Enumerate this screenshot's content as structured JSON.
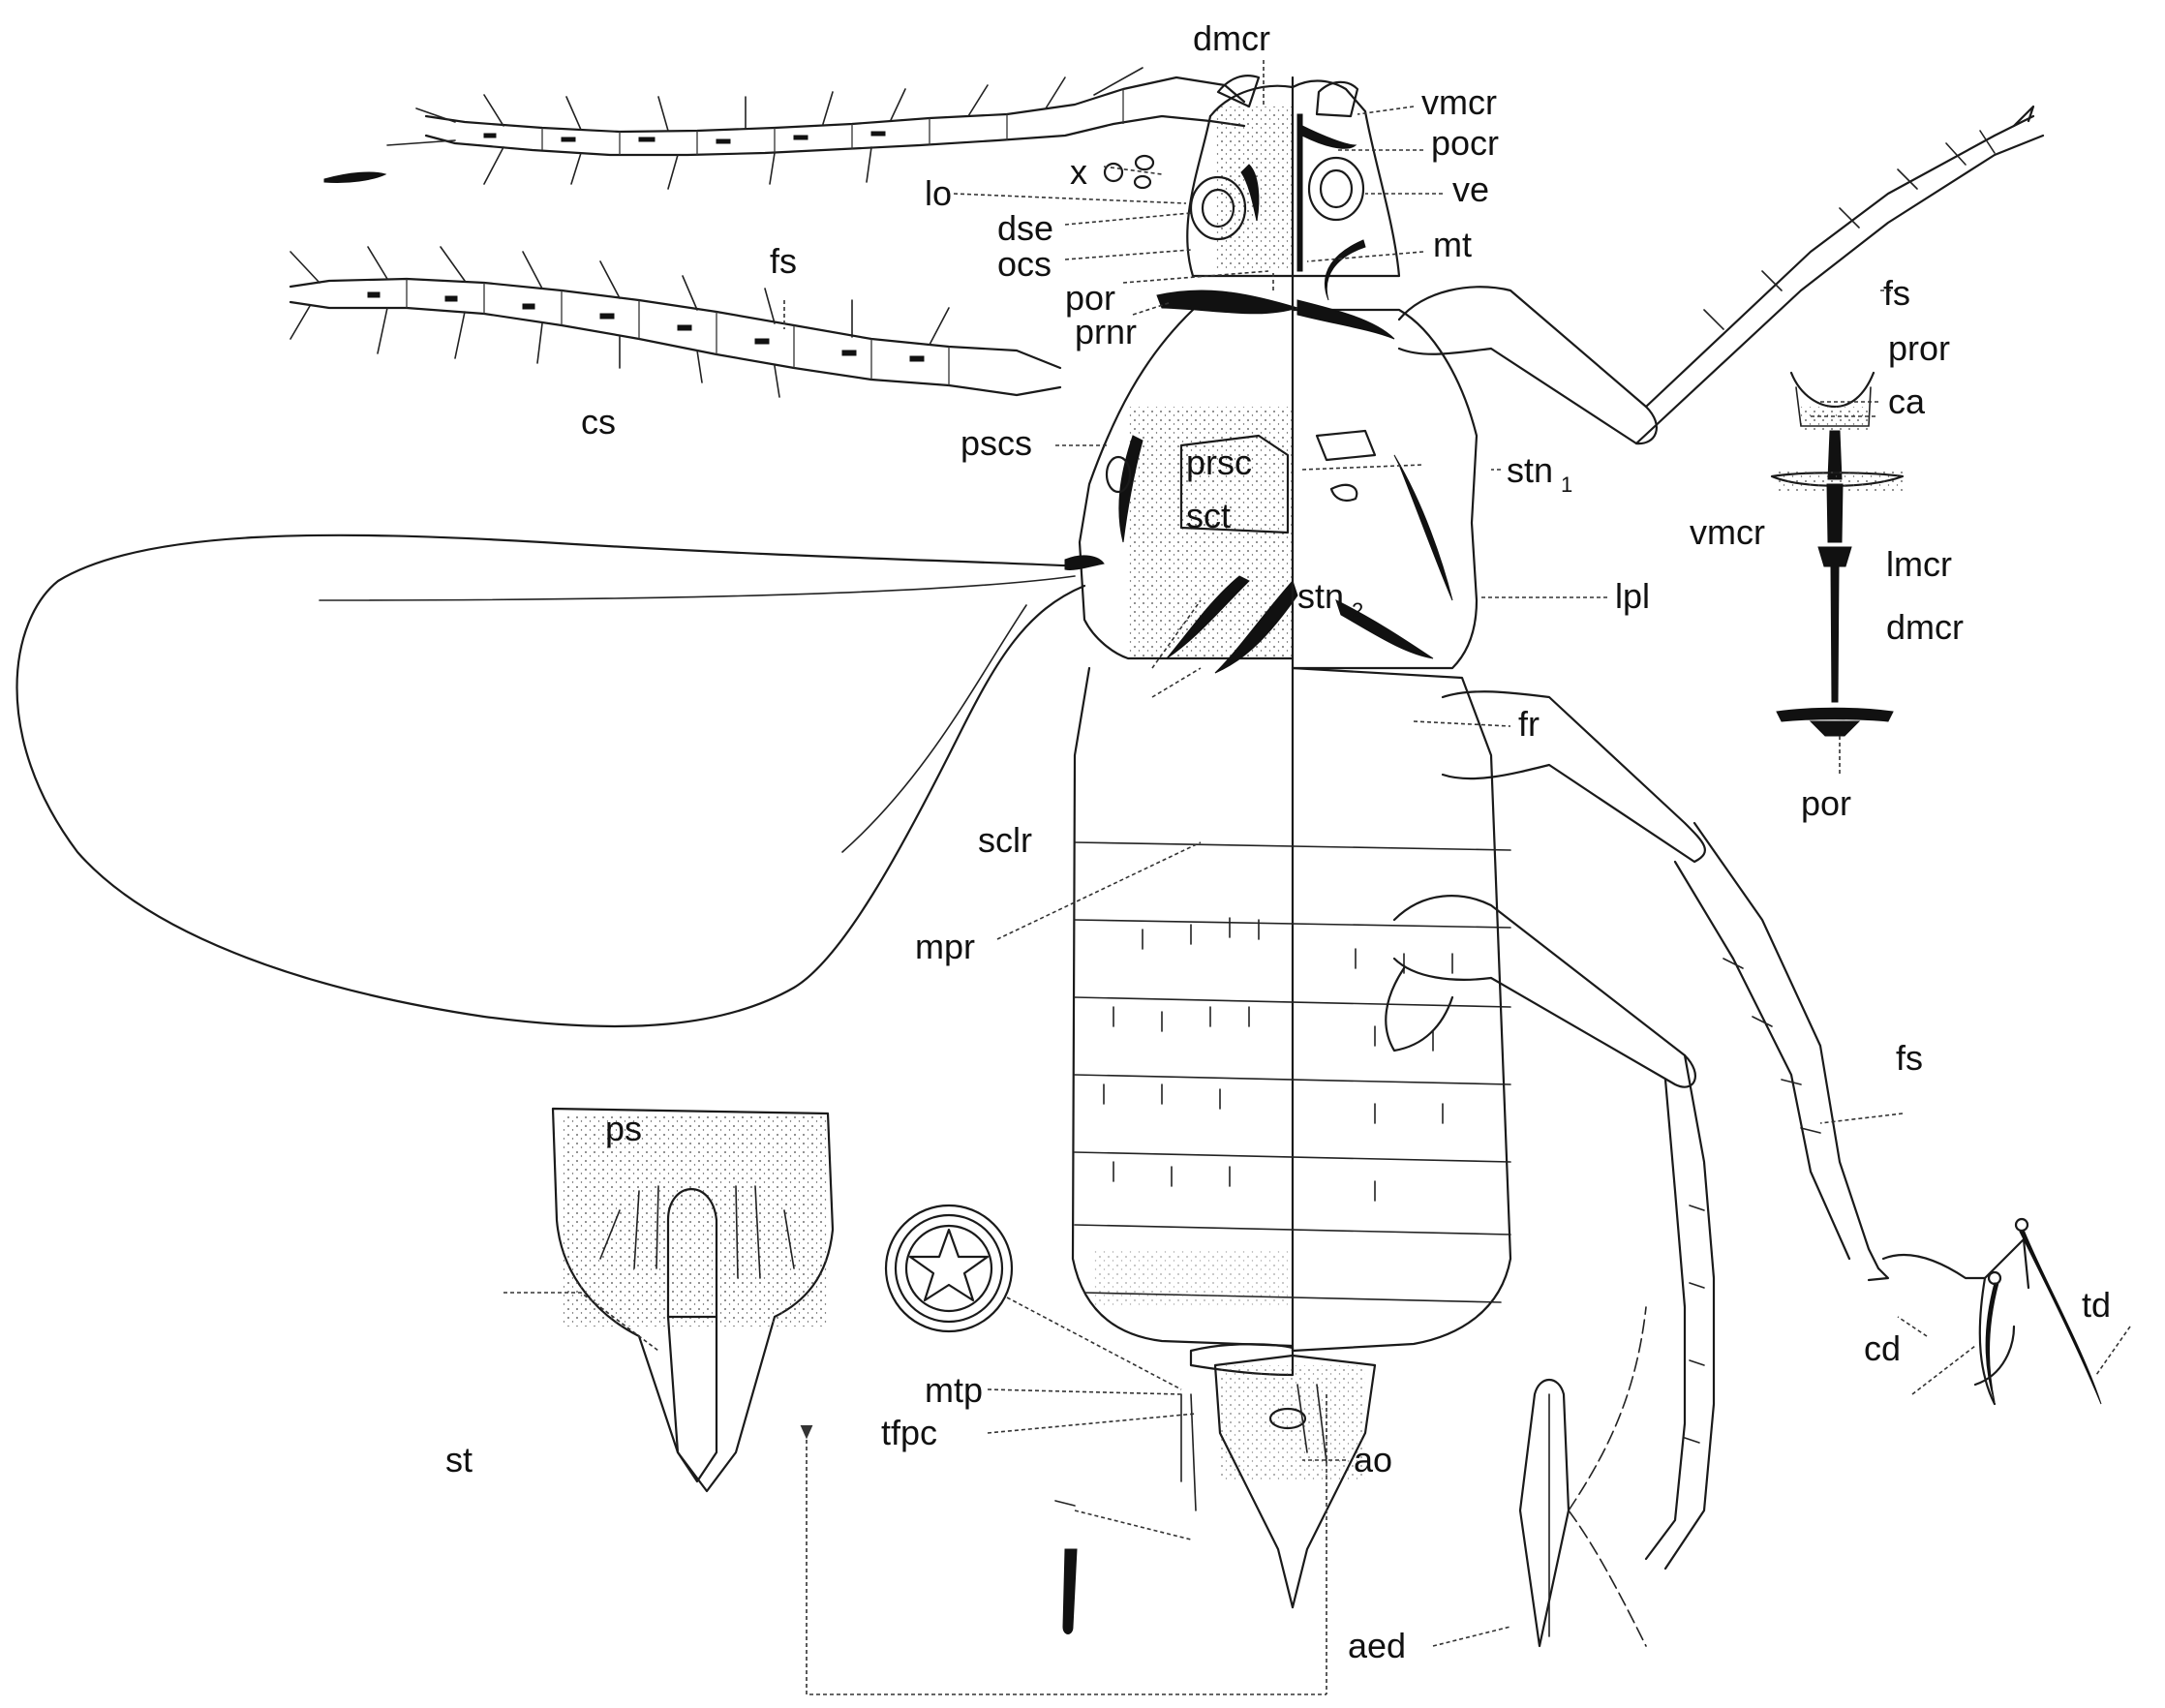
{
  "figure": {
    "labels": {
      "dmcr": "dmcr",
      "vmcr": "vmcr",
      "pocr": "pocr",
      "x": "x",
      "lo": "lo",
      "ve": "ve",
      "dse": "dse",
      "ocs": "ocs",
      "mt": "mt",
      "fs": "fs",
      "por": "por",
      "prnr": "prnr",
      "cs": "cs",
      "pror": "pror",
      "ca": "ca",
      "pscs": "pscs",
      "prsc": "prsc",
      "stn1": "stn",
      "stn1_sub": "1",
      "sct": "sct",
      "lmcr": "lmcr",
      "lpl": "lpl",
      "stn2": "stn",
      "stn2_sub": "2",
      "fr": "fr",
      "sclr": "sclr",
      "mpr": "mpr",
      "ps": "ps",
      "cd": "cd",
      "td": "td",
      "mtp": "mtp",
      "tfpc": "tfpc",
      "ao": "ao",
      "st": "st",
      "aed": "aed"
    }
  }
}
